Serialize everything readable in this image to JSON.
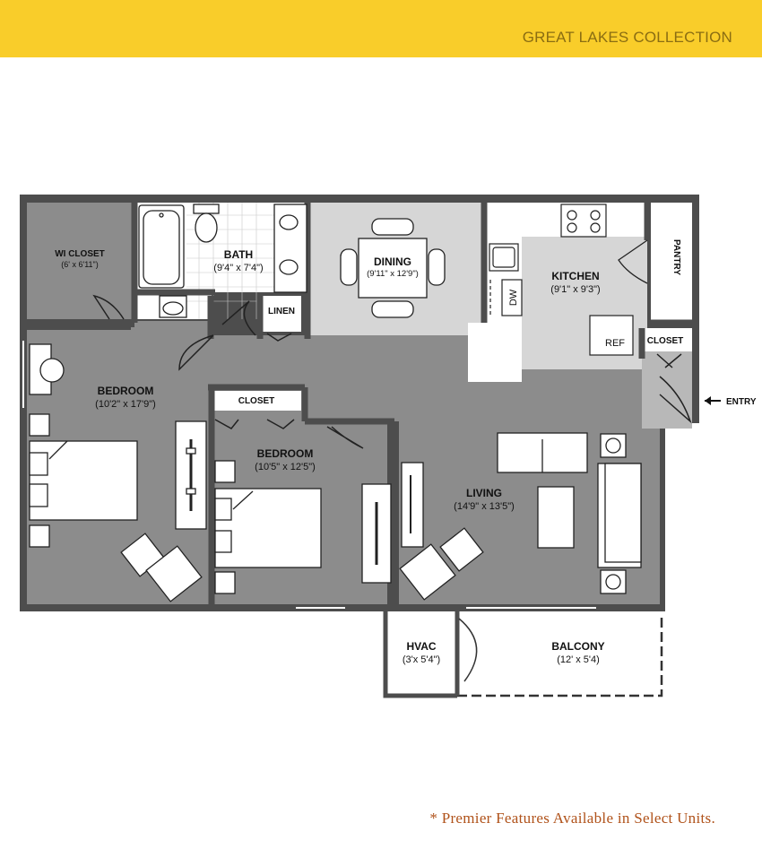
{
  "header": {
    "title": "GREAT LAKES COLLECTION"
  },
  "colors": {
    "banner": "#f9cd2a",
    "carpet": "#8c8c8c",
    "hard_floor": "#d6d6d6",
    "wall": "#4d4d4d",
    "footnote": "#b0521a"
  },
  "rooms": {
    "wi_closet": {
      "name": "WI CLOSET",
      "dims": "(6' x 6'11\")"
    },
    "bath": {
      "name": "BATH",
      "dims": "(9'4\" x 7'4\")"
    },
    "linen": {
      "name": "LINEN"
    },
    "dining": {
      "name": "DINING",
      "dims": "(9'11\" x 12'9\")"
    },
    "kitchen": {
      "name": "KITCHEN",
      "dims": "(9'1\" x 9'3\")"
    },
    "pantry": {
      "name": "PANTRY"
    },
    "dw": {
      "name": "DW"
    },
    "ref": {
      "name": "REF"
    },
    "closet_entry": {
      "name": "CLOSET"
    },
    "entry": {
      "name": "ENTRY"
    },
    "bedroom1": {
      "name": "BEDROOM",
      "dims": "(10'2\" x 17'9\")"
    },
    "closet_bed2": {
      "name": "CLOSET"
    },
    "bedroom2": {
      "name": "BEDROOM",
      "dims": "(10'5\" x 12'5\")"
    },
    "living": {
      "name": "LIVING",
      "dims": "(14'9\" x 13'5\")"
    },
    "hvac": {
      "name": "HVAC",
      "dims": "(3'x 5'4\")"
    },
    "balcony": {
      "name": "BALCONY",
      "dims": "(12' x 5'4)"
    }
  },
  "footnote": "* Premier Features Available in Select Units."
}
